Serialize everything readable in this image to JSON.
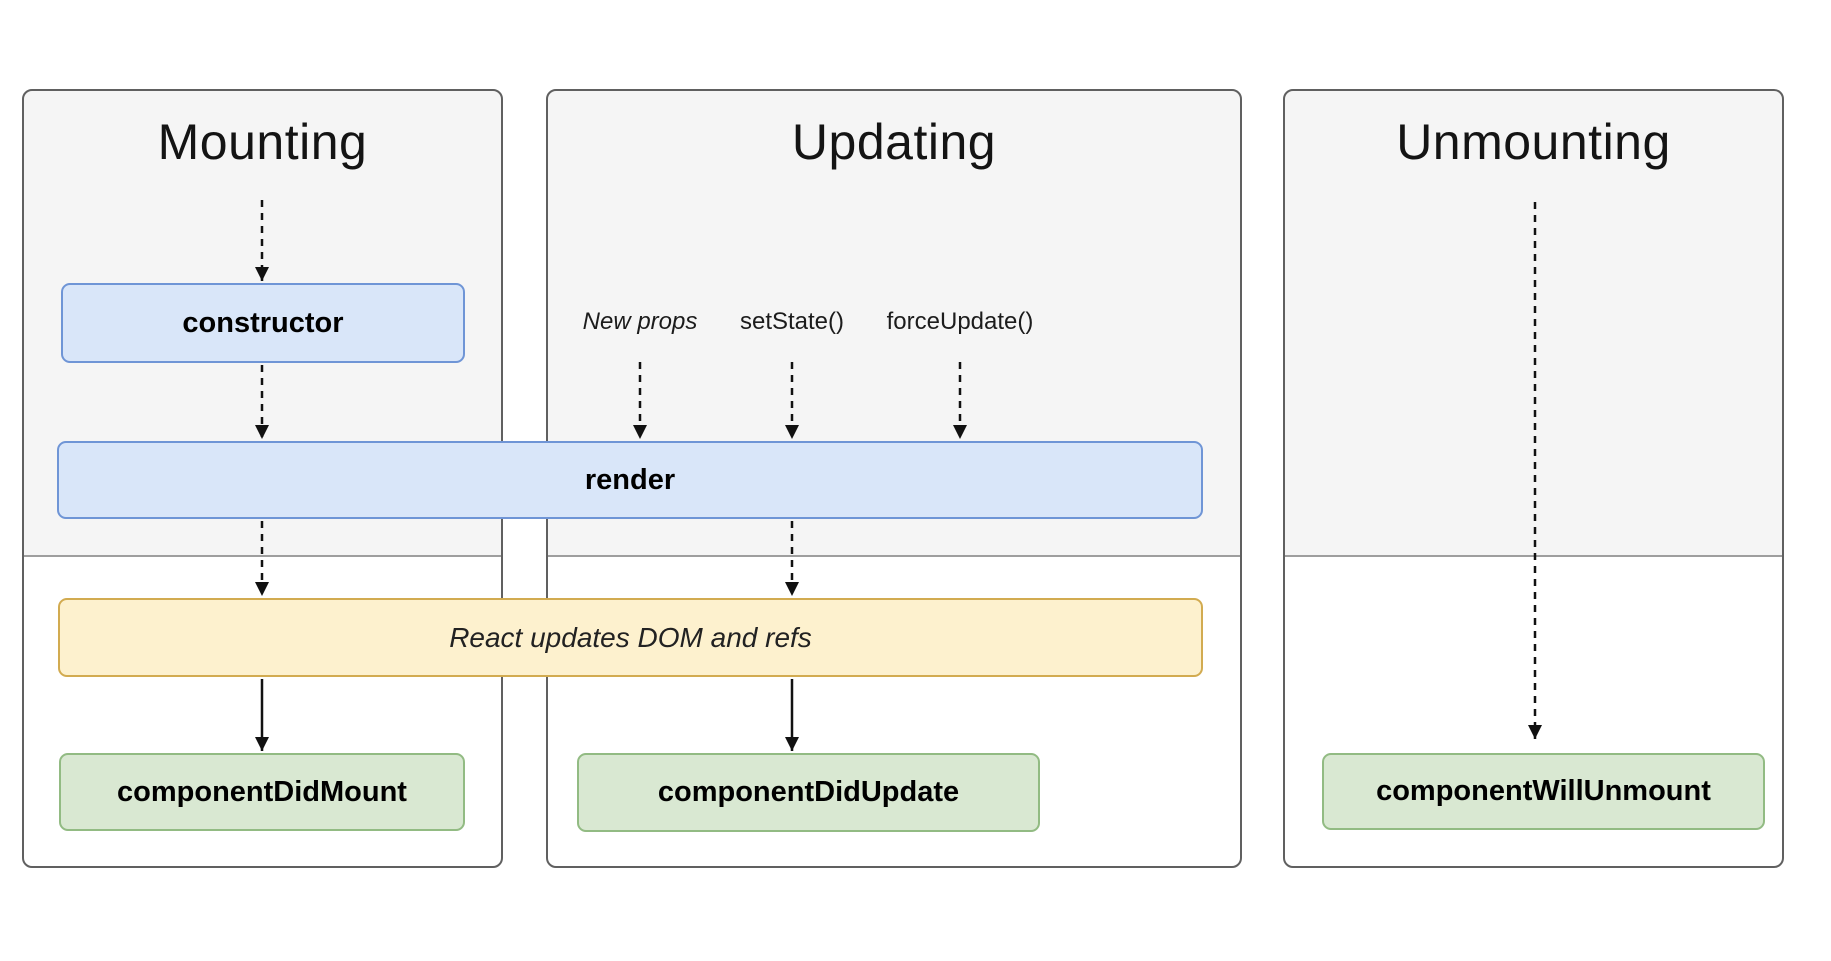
{
  "diagram": {
    "columns": [
      {
        "id": "mounting",
        "title": "Mounting"
      },
      {
        "id": "updating",
        "title": "Updating"
      },
      {
        "id": "unmounting",
        "title": "Unmounting"
      }
    ],
    "triggers": [
      {
        "label": "New props"
      },
      {
        "label": "setState()"
      },
      {
        "label": "forceUpdate()"
      }
    ],
    "nodes": {
      "constructor": {
        "label": "constructor"
      },
      "render": {
        "label": "render"
      },
      "react_updates": {
        "label": "React updates DOM and refs"
      },
      "component_did_mount": {
        "label": "componentDidMount"
      },
      "component_did_update": {
        "label": "componentDidUpdate"
      },
      "component_will_unmount": {
        "label": "componentWillUnmount"
      }
    },
    "colors": {
      "panel_border": "#606060",
      "render_phase_bg": "#f5f5f5",
      "commit_phase_bg": "#ffffff",
      "phase_divider": "#9e9e9e",
      "lifecycle_fill": "#d9e6f9",
      "lifecycle_border": "#6f95d6",
      "side_effect_fill": "#fdf1ce",
      "side_effect_border": "#d2ab50",
      "commit_fill": "#d9e8d2",
      "commit_border": "#92bb83",
      "arrow": "#111111"
    }
  }
}
